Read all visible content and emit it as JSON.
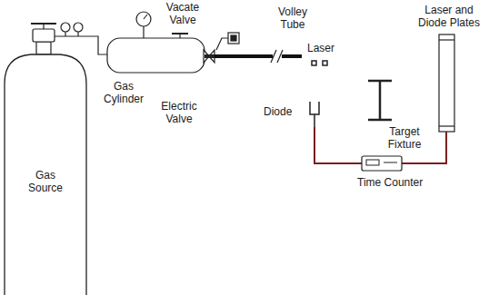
{
  "diagram": {
    "nodes": [
      {
        "text": [
          "Gas Source"
        ]
      }
    ],
    "labels": [
      "Vacate Valve",
      "Volley Tube",
      "Laser and Diode Plates",
      "Laser",
      "Gas Cylinder",
      "Electric Valve",
      "Diode",
      "Target Fixture",
      "Time Counter"
    ]
  }
}
